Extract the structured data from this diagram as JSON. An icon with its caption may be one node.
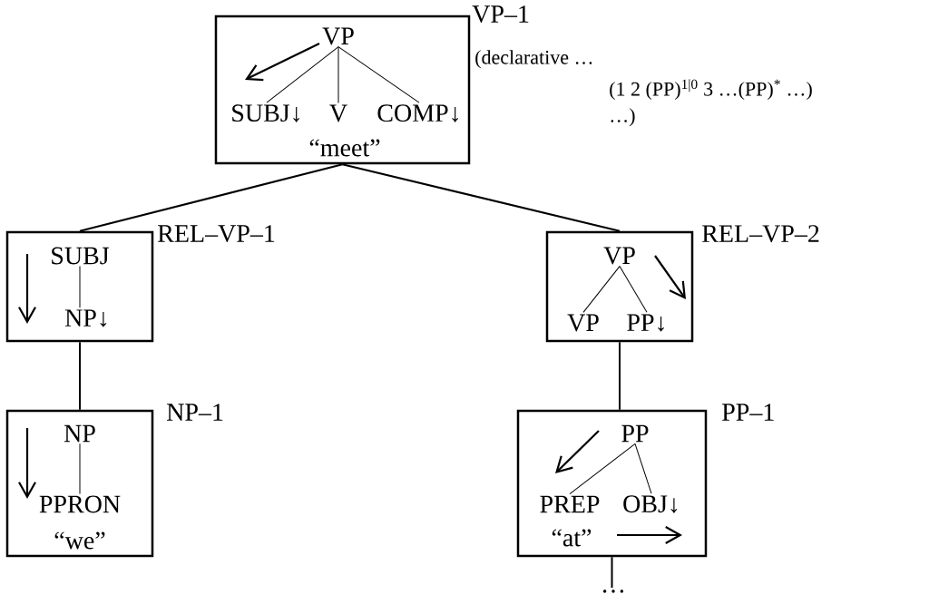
{
  "diagram": {
    "nodes": [
      {
        "text": [],
        "shape": "box",
        "beside": [
          "VP–1",
          "(declarative …",
          "(1 2 (PP)$^{1|0}$ 3 …(PP)$^{*}$ …)",
          "…)"
        ]
      },
      {
        "text": [
          "VP"
        ],
        "in": 0
      },
      {
        "text": [
          "SUBJ↓"
        ],
        "in": 0
      },
      {
        "text": [
          "V"
        ],
        "in": 0
      },
      {
        "text": [
          "COMP↓"
        ],
        "in": 0
      },
      {
        "text": [
          "“meet”"
        ],
        "in": 0
      },
      {
        "text": [],
        "shape": "box",
        "beside": [
          "REL–VP–1"
        ]
      },
      {
        "text": [
          "SUBJ"
        ],
        "in": 6
      },
      {
        "text": [
          "NP↓"
        ],
        "in": 6
      },
      {
        "text": [],
        "shape": "box",
        "beside": [
          "REL–VP–2"
        ]
      },
      {
        "text": [
          "VP"
        ],
        "in": 9
      },
      {
        "text": [
          "VP"
        ],
        "in": 9
      },
      {
        "text": [
          "PP↓"
        ],
        "in": 9
      },
      {
        "text": [],
        "shape": "box",
        "beside": [
          "NP–1"
        ]
      },
      {
        "text": [
          "NP"
        ],
        "in": 13
      },
      {
        "text": [
          "PPRON"
        ],
        "in": 13
      },
      {
        "text": [
          "“we”"
        ],
        "in": 13
      },
      {
        "text": [],
        "shape": "box",
        "beside": [
          "PP–1"
        ]
      },
      {
        "text": [
          "PP"
        ],
        "in": 17
      },
      {
        "text": [
          "PREP"
        ],
        "in": 17
      },
      {
        "text": [
          "OBJ↓"
        ],
        "in": 17
      },
      {
        "text": [
          "“at”"
        ],
        "in": 17
      },
      {
        "text": [
          "…"
        ]
      }
    ],
    "edges": [
      {
        "from": 0,
        "to": 6,
        "arrow": "none"
      },
      {
        "from": 0,
        "to": 9,
        "arrow": "none"
      },
      {
        "from": 6,
        "to": 13,
        "arrow": "none"
      },
      {
        "from": 9,
        "to": 17,
        "arrow": "none"
      },
      {
        "from": 17,
        "to": 22,
        "arrow": "none"
      },
      {
        "from": 1,
        "to": 2,
        "arrow": "none"
      },
      {
        "from": 1,
        "to": 3,
        "arrow": "none"
      },
      {
        "from": 1,
        "to": 4,
        "arrow": "none"
      },
      {
        "from": 7,
        "to": 8,
        "arrow": "none"
      },
      {
        "from": 10,
        "to": 11,
        "arrow": "none"
      },
      {
        "from": 10,
        "to": 12,
        "arrow": "none"
      },
      {
        "from": 14,
        "to": 15,
        "arrow": "none"
      },
      {
        "from": 18,
        "to": 19,
        "arrow": "none"
      },
      {
        "from": 18,
        "to": 20,
        "arrow": "none"
      }
    ]
  }
}
